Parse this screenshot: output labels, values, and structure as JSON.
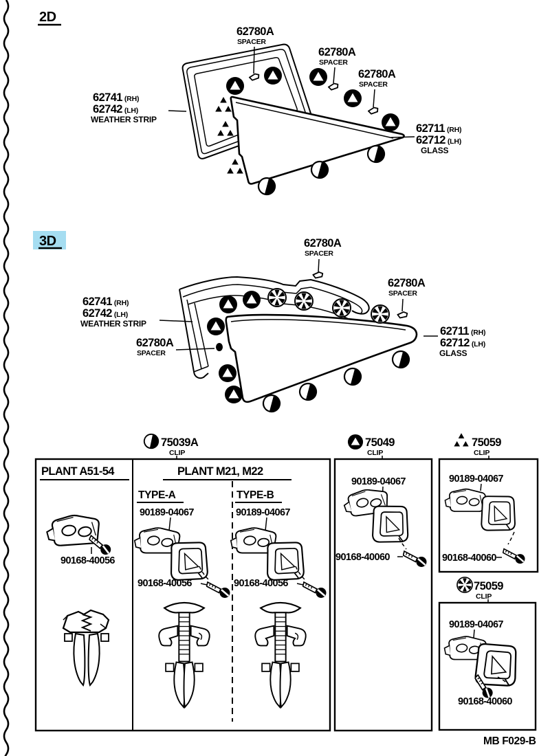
{
  "sections": {
    "two_door": {
      "heading": "2D"
    },
    "three_door": {
      "heading": "3D"
    }
  },
  "parts": {
    "spacer": {
      "no": "62780A",
      "name": "SPACER"
    },
    "weather_strip": {
      "rh_no": "62741",
      "rh_tag": "(RH)",
      "lh_no": "62742",
      "lh_tag": "(LH)",
      "name": "WEATHER STRIP"
    },
    "glass": {
      "rh_no": "62711",
      "rh_tag": "(RH)",
      "lh_no": "62712",
      "lh_tag": "(LH)",
      "name": "GLASS"
    }
  },
  "legend": {
    "clip_39": {
      "no": "75039A",
      "name": "CLIP"
    },
    "clip_49": {
      "no": "75049",
      "name": "CLIP"
    },
    "clip_59a": {
      "no": "75059",
      "name": "CLIP"
    },
    "clip_59b": {
      "no": "75059",
      "name": "CLIP"
    }
  },
  "table": {
    "plant_a": "PLANT A51-54",
    "plant_m": "PLANT M21, M22",
    "type_a": "TYPE-A",
    "type_b": "TYPE-B"
  },
  "pn": {
    "receptacle": "90189-04067",
    "screw_small": "90168-40056",
    "screw_large": "90168-40060"
  },
  "footer": {
    "code": "MB F029-B"
  },
  "colors": {
    "highlight": "#a5ddf1",
    "ink": "#000000",
    "paper": "#ffffff"
  }
}
